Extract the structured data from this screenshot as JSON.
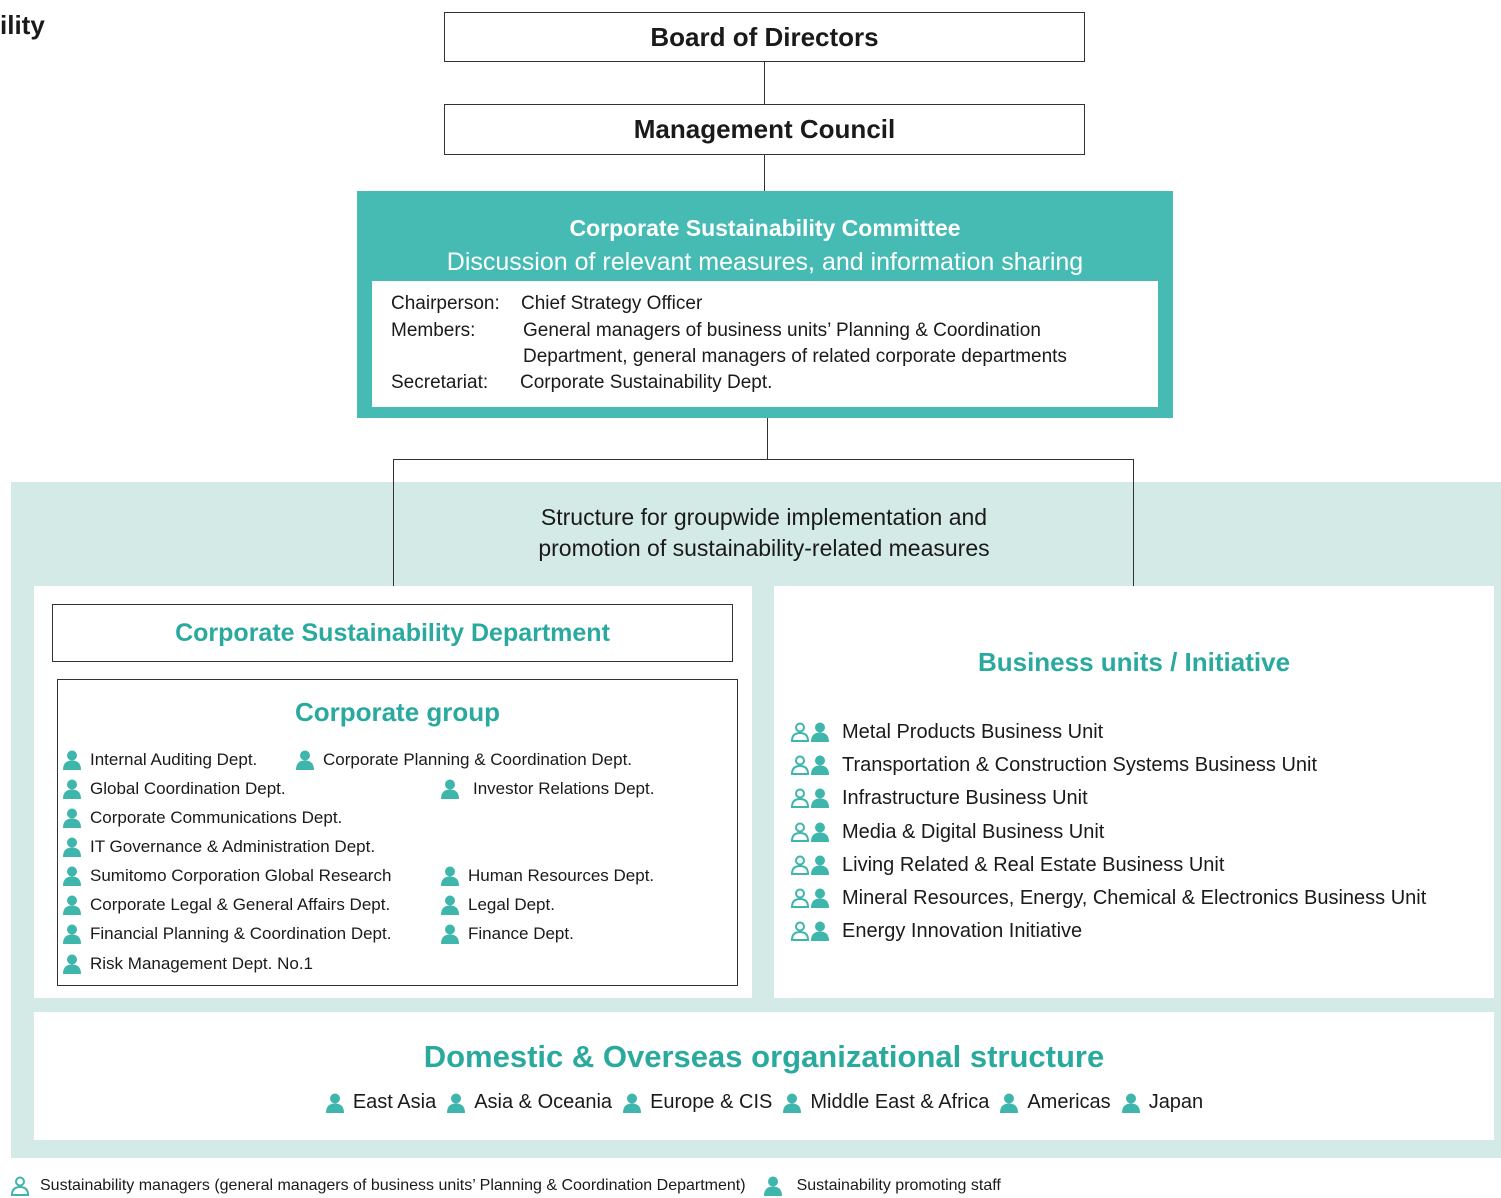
{
  "top_left_fragment": "ility",
  "board": "Board of Directors",
  "management": "Management Council",
  "committee": {
    "title": "Corporate Sustainability Committee",
    "subtitle": "Discussion of relevant measures, and information sharing",
    "chair_label": "Chairperson:",
    "chair_value": "Chief Strategy Officer",
    "members_label": "Members:",
    "members_line1": "General managers of business units’ Planning & Coordination",
    "members_line2": "Department, general managers of related corporate departments",
    "secretariat_label": "Secretariat:",
    "secretariat_value": "Corporate Sustainability Dept."
  },
  "structure_line1": "Structure for groupwide implementation and",
  "structure_line2": "promotion of sustainability-related measures",
  "csd_title": "Corporate Sustainability Department",
  "corporate_group": {
    "title": "Corporate group",
    "depts": [
      "Internal Auditing Dept.",
      "Corporate Planning & Coordination Dept.",
      "Global Coordination Dept.",
      "Investor Relations Dept.",
      "Corporate Communications Dept.",
      "IT Governance & Administration Dept.",
      "Sumitomo Corporation Global Research",
      "Human Resources Dept.",
      "Corporate Legal & General Affairs Dept.",
      "Legal Dept.",
      "Financial Planning & Coordination Dept.",
      "Finance Dept.",
      "Risk Management Dept. No.1"
    ]
  },
  "business_units": {
    "title": "Business units / Initiative",
    "items": [
      "Metal Products Business Unit",
      "Transportation & Construction Systems Business Unit",
      "Infrastructure Business Unit",
      "Media & Digital Business Unit",
      "Living Related & Real Estate Business Unit",
      "Mineral Resources, Energy, Chemical & Electronics Business Unit",
      "Energy Innovation Initiative"
    ]
  },
  "domestic": {
    "title": "Domestic & Overseas organizational structure",
    "regions": [
      "East Asia",
      "Asia & Oceania",
      "Europe & CIS",
      "Middle East & Africa",
      "Americas",
      "Japan"
    ]
  },
  "legend": {
    "managers": "Sustainability managers (general managers of business units’ Planning & Coordination Department)",
    "staff": "Sustainability promoting staff"
  },
  "colors": {
    "teal": "#45bbb4",
    "teal_text": "#2aaa9f",
    "pale_teal": "#d4eae7"
  }
}
